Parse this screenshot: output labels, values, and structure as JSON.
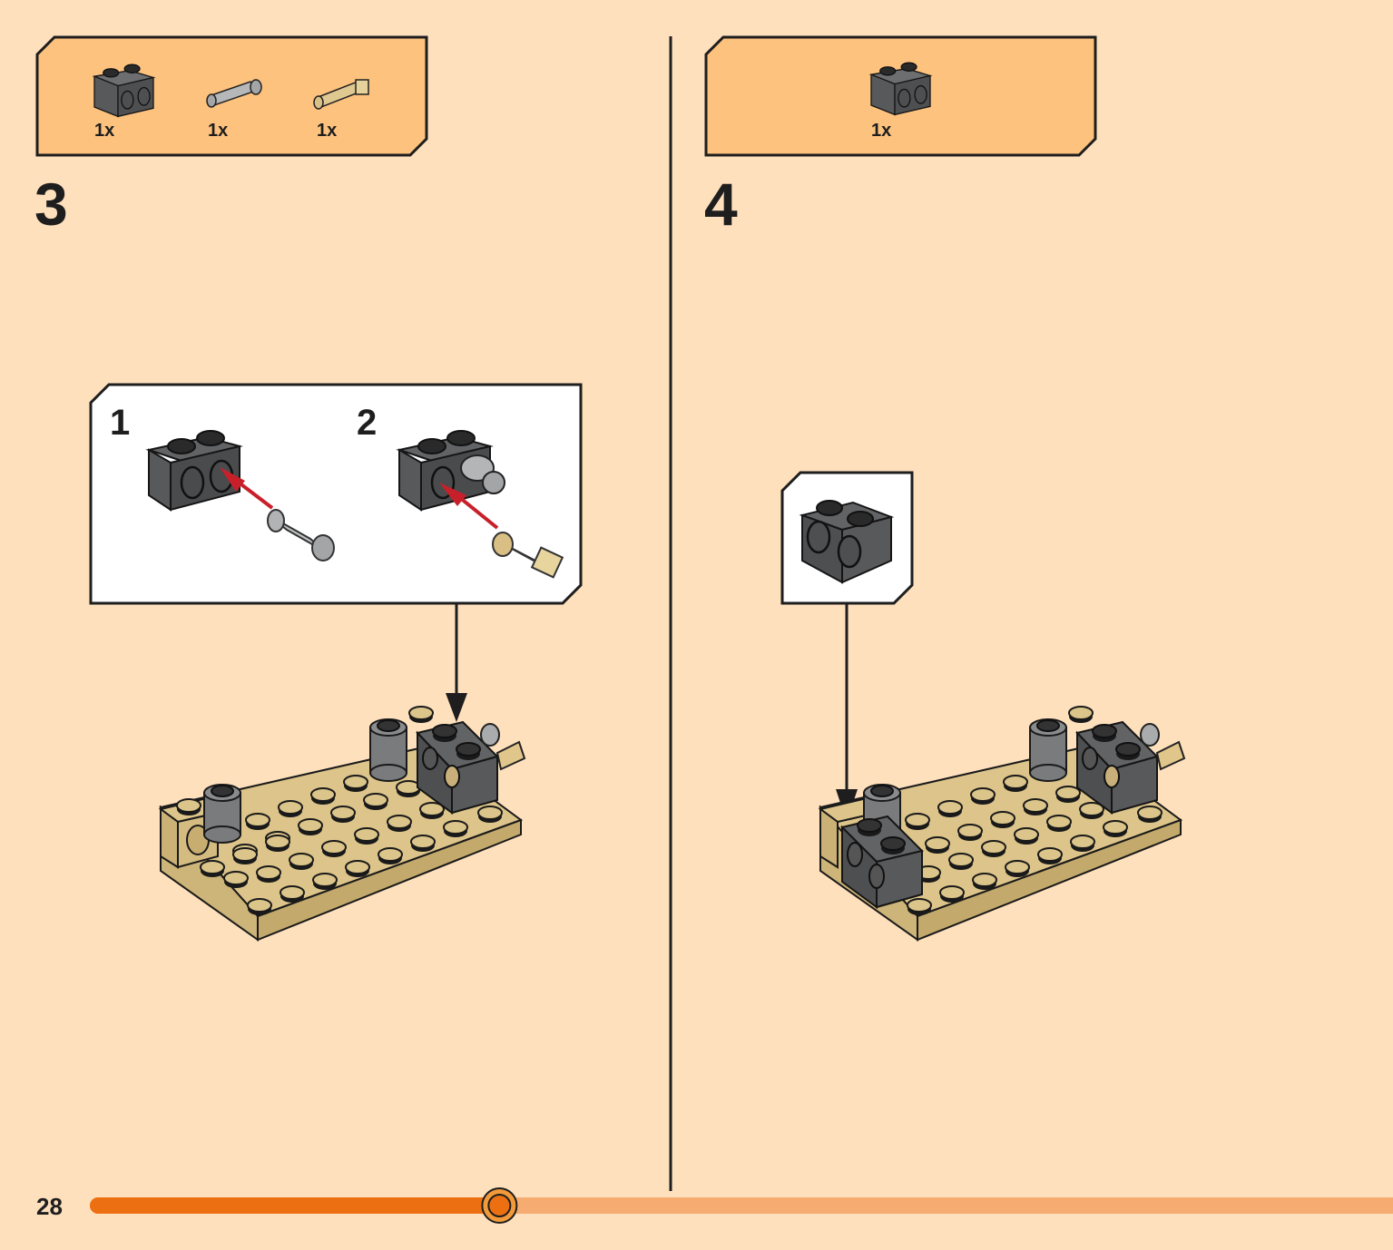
{
  "page": {
    "number": "28",
    "progress": 0.31
  },
  "colors": {
    "background": "#fee0bd",
    "parts_callout": "#fdc27e",
    "dark_bluish_gray": "#5c5d5f",
    "light_gray": "#a3a5a6",
    "tan": "#dfc98e",
    "red_arrow": "#c8202a",
    "progress_fill": "#ec7012",
    "progress_track": "#f6ac71"
  },
  "steps": [
    {
      "number": "3",
      "parts": [
        {
          "icon": "technic-brick-1x2-with-holes-icon",
          "qty": "1x"
        },
        {
          "icon": "technic-pin-light-gray-icon",
          "qty": "1x"
        },
        {
          "icon": "technic-axle-pin-tan-icon",
          "qty": "1x"
        }
      ],
      "sub_steps": [
        {
          "number": "1"
        },
        {
          "number": "2"
        }
      ]
    },
    {
      "number": "4",
      "parts": [
        {
          "icon": "technic-brick-1x2-with-holes-icon",
          "qty": "1x"
        }
      ]
    }
  ]
}
